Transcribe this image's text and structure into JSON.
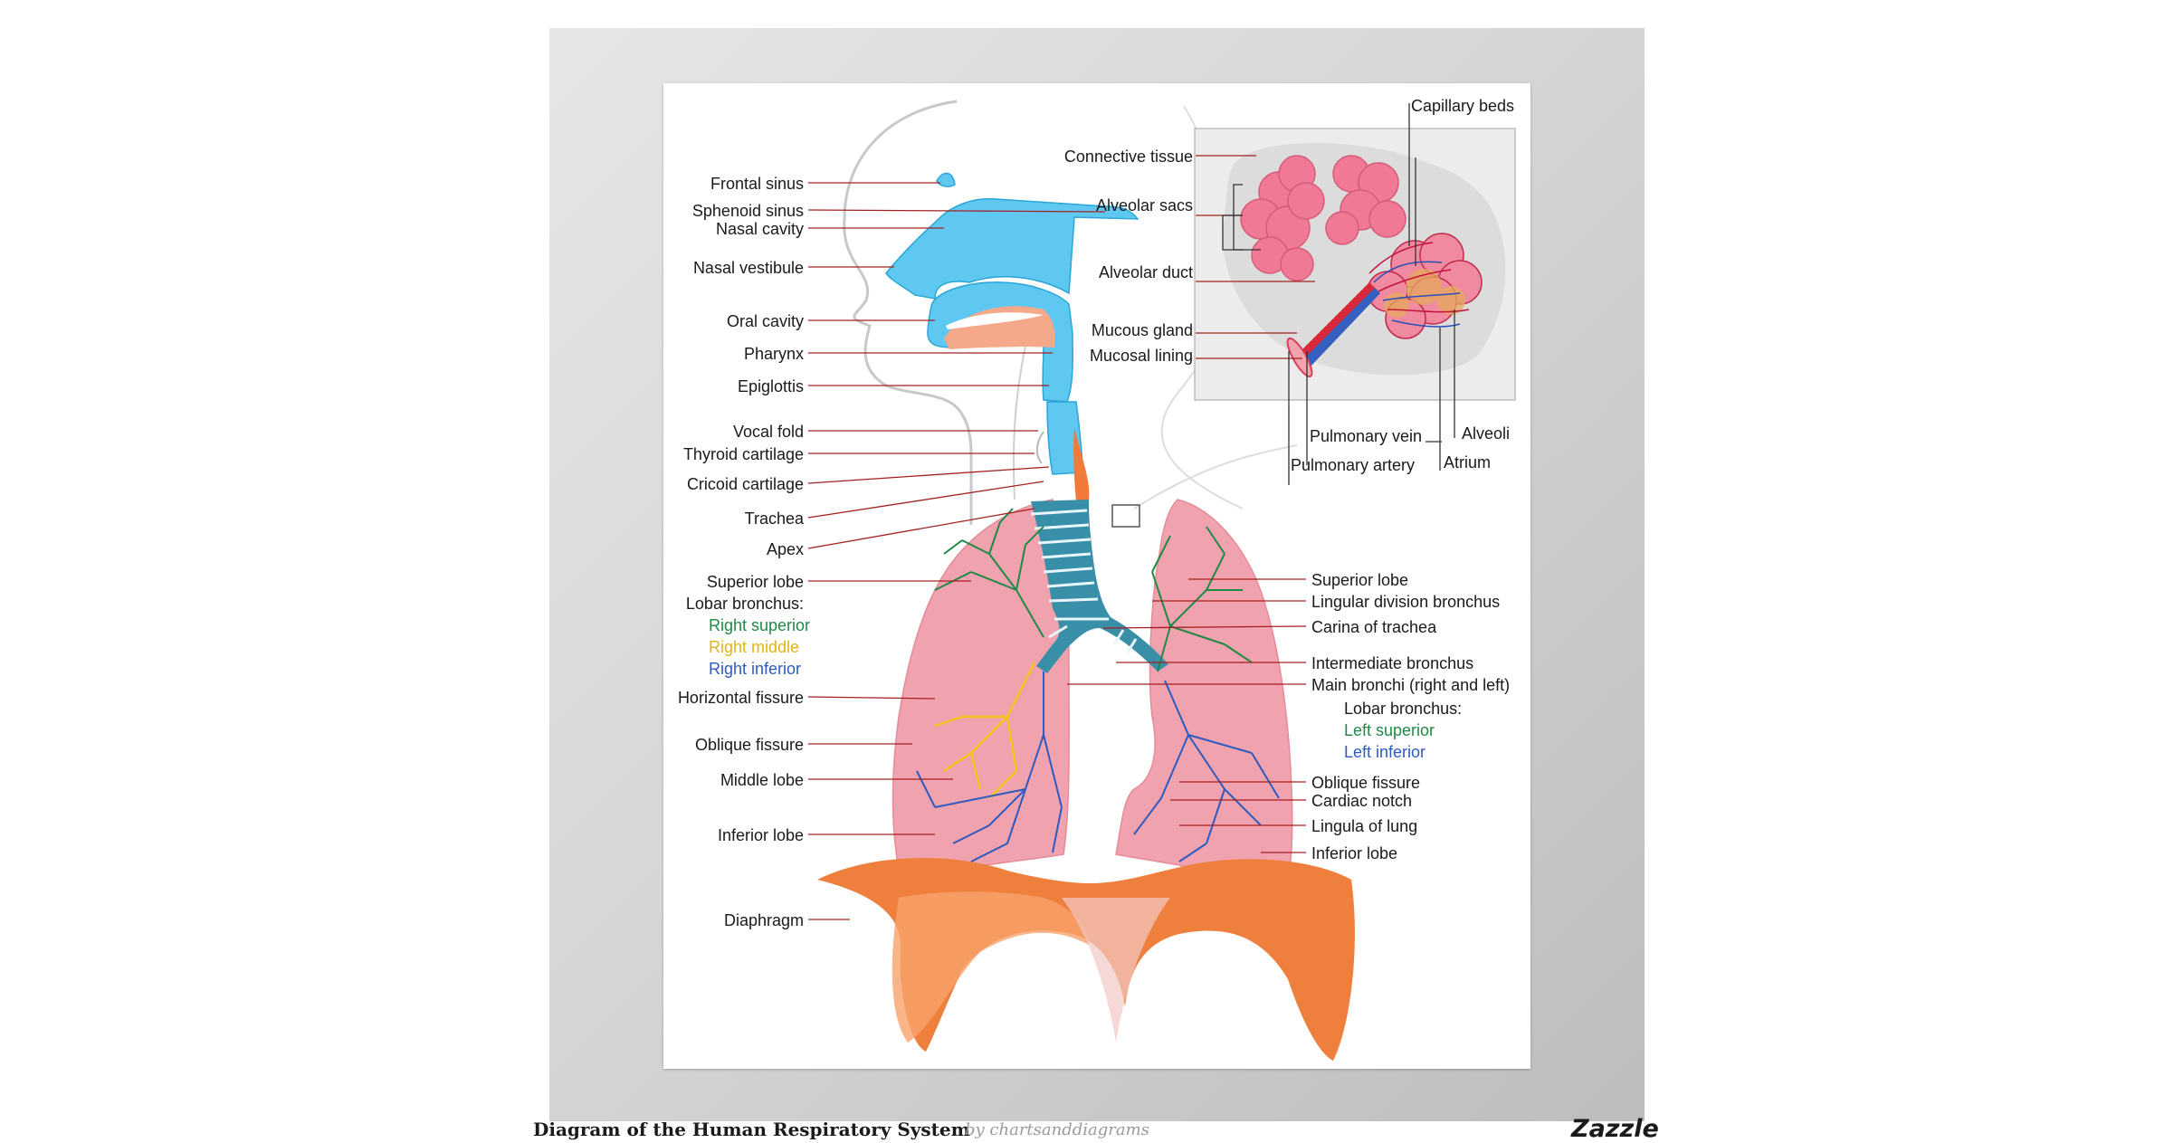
{
  "poster": {
    "labels_left": {
      "frontal_sinus": "Frontal sinus",
      "sphenoid_sinus": "Sphenoid sinus",
      "nasal_cavity": "Nasal cavity",
      "nasal_vestibule": "Nasal vestibule",
      "oral_cavity": "Oral cavity",
      "pharynx": "Pharynx",
      "epiglottis": "Epiglottis",
      "vocal_fold": "Vocal fold",
      "thyroid_cartilage": "Thyroid cartilage",
      "cricoid_cartilage": "Cricoid cartilage",
      "trachea": "Trachea",
      "apex": "Apex",
      "superior_lobe": "Superior lobe",
      "lobar_bronchus": "Lobar bronchus:",
      "right_superior": "Right superior",
      "right_middle": "Right middle",
      "right_inferior": "Right inferior",
      "horizontal_fissure": "Horizontal fissure",
      "oblique_fissure": "Oblique fissure",
      "middle_lobe": "Middle lobe",
      "inferior_lobe": "Inferior lobe",
      "diaphragm": "Diaphragm"
    },
    "labels_right": {
      "superior_lobe": "Superior lobe",
      "lingular_division_bronchus": "Lingular division bronchus",
      "carina_of_trachea": "Carina of trachea",
      "intermediate_bronchus": "Intermediate bronchus",
      "main_bronchi": "Main bronchi (right and left)",
      "lobar_bronchus": "Lobar bronchus:",
      "left_superior": "Left superior",
      "left_inferior": "Left inferior",
      "oblique_fissure": "Oblique fissure",
      "cardiac_notch": "Cardiac notch",
      "lingula_of_lung": "Lingula of lung",
      "inferior_lobe": "Inferior lobe"
    },
    "labels_inset": {
      "capillary_beds": "Capillary beds",
      "connective_tissue": "Connective tissue",
      "alveolar_sacs": "Alveolar sacs",
      "alveolar_duct": "Alveolar duct",
      "mucous_gland": "Mucous gland",
      "mucosal_lining": "Mucosal lining",
      "pulmonary_vein": "Pulmonary vein",
      "pulmonary_artery": "Pulmonary artery",
      "alveoli": "Alveoli",
      "atrium": "Atrium"
    },
    "colors": {
      "leader_line": "#a32020",
      "airway_blue": "#5ec8f0",
      "lung_pink": "#f0a2ae",
      "diaphragm_orange": "#ef7f3c",
      "bronchus_green": "#1f8a45",
      "bronchus_yellow": "#f3c51a",
      "bronchus_blue": "#2d5bc0",
      "alveoli_pink": "#f27a93"
    }
  },
  "footer": {
    "title": "Diagram of the Human Respiratory System",
    "credit": "by chartsanddiagrams",
    "logo": "Zazzle"
  }
}
